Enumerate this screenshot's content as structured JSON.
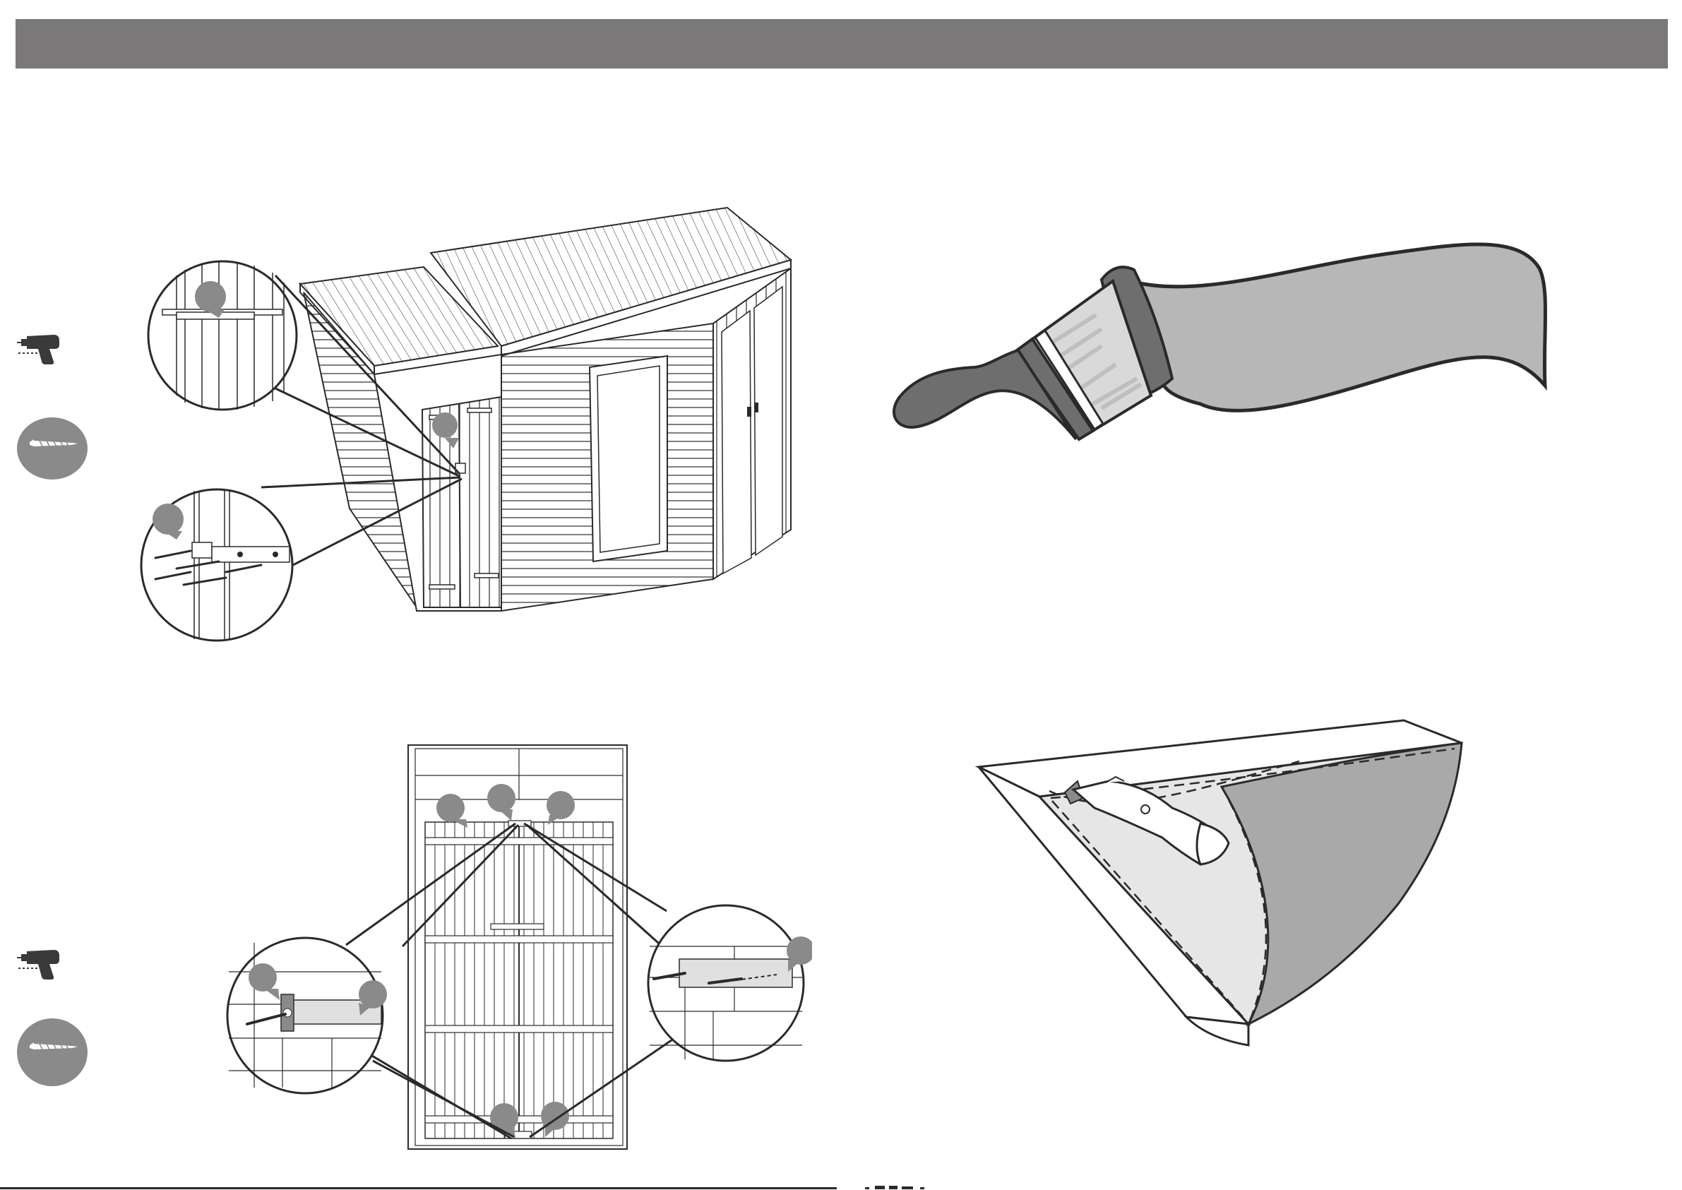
{
  "header": {
    "title": ""
  },
  "colors": {
    "header_bar": "#7a7879",
    "callout_gray": "#8a8a8a",
    "line": "#2a2a2a",
    "paint_gray": "#b7b7b7",
    "brush_dark": "#6e6e6e",
    "felt_dark": "#a9a9a9",
    "felt_light": "#e6e6e6"
  },
  "icons": {
    "drill": "drill-icon",
    "screw": "screw-icon",
    "paint_brush": "paint-brush-icon",
    "utility_knife": "utility-knife-icon"
  },
  "steps": [
    {
      "id": "door-bolt-fixing",
      "tools": [
        "drill-icon",
        "screw-icon"
      ]
    },
    {
      "id": "door-stop-fixing",
      "tools": [
        "drill-icon",
        "screw-icon"
      ]
    },
    {
      "id": "apply-preservative",
      "tools": [
        "paint-brush-icon"
      ]
    },
    {
      "id": "trim-felt",
      "tools": [
        "utility-knife-icon"
      ]
    }
  ]
}
